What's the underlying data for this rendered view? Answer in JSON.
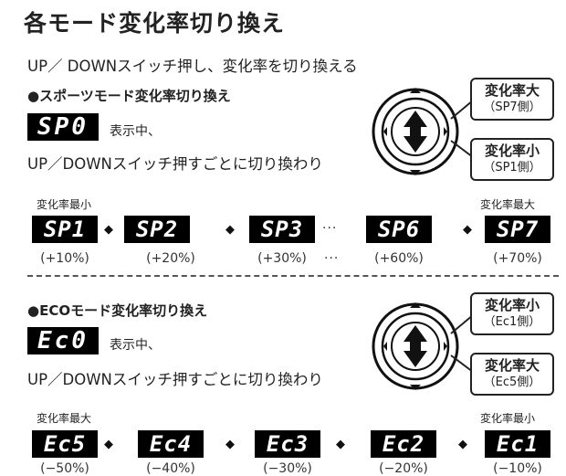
{
  "title": "各モード変化率切り換え",
  "intro": "UP／ DOWNスイッチ押し、変化率を切り換える",
  "sport": {
    "heading": "●スポーツモード変化率切り換え",
    "display": "SP0",
    "showing": "表示中、",
    "instruction": "UP／DOWNスイッチ押すごとに切り換わり",
    "callout_top_title": "変化率大",
    "callout_top_sub": "（SP7側）",
    "callout_bottom_title": "変化率小",
    "callout_bottom_sub": "（SP1側）",
    "min_label": "変化率最小",
    "max_label": "変化率最大",
    "steps": [
      {
        "code": "SP1",
        "pct": "(+10%)"
      },
      {
        "code": "SP2",
        "pct": "(+20%)"
      },
      {
        "code": "SP3",
        "pct": "(+30%)"
      },
      {
        "code": "SP6",
        "pct": "(+60%)"
      },
      {
        "code": "SP7",
        "pct": "(+70%)"
      }
    ],
    "ellipsis_mid": "···",
    "ellipsis_low": "···"
  },
  "eco": {
    "heading": "●ECOモード変化率切り換え",
    "display": "Ec0",
    "showing": "表示中、",
    "instruction": "UP／DOWNスイッチ押すごとに切り換わり",
    "callout_top_title": "変化率小",
    "callout_top_sub": "（Ec1側）",
    "callout_bottom_title": "変化率大",
    "callout_bottom_sub": "（Ec5側）",
    "max_label": "変化率最大",
    "min_label": "変化率最小",
    "steps": [
      {
        "code": "Ec5",
        "pct": "(−50%)"
      },
      {
        "code": "Ec4",
        "pct": "(−40%)"
      },
      {
        "code": "Ec3",
        "pct": "(−30%)"
      },
      {
        "code": "Ec2",
        "pct": "(−20%)"
      },
      {
        "code": "Ec1",
        "pct": "(−10%)"
      }
    ]
  },
  "arrow_glyph": "◆"
}
